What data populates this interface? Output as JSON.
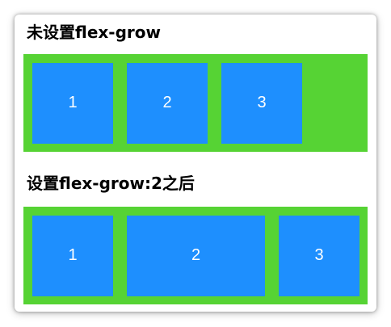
{
  "sections": [
    {
      "heading": "未设置flex-grow",
      "items": [
        "1",
        "2",
        "3"
      ]
    },
    {
      "heading": "设置flex-grow:2之后",
      "items": [
        "1",
        "2",
        "3"
      ]
    }
  ],
  "colors": {
    "container_bg": "#56d334",
    "item_bg": "#1e8ffe",
    "item_text": "#ffffff",
    "heading_text": "#000000",
    "card_bg": "#ffffff"
  }
}
